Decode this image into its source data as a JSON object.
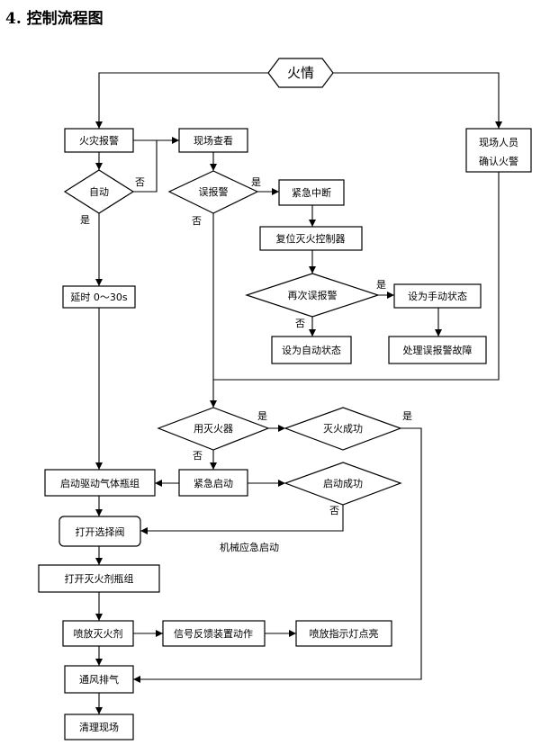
{
  "title": {
    "number": "4.",
    "text": "控制流程图"
  },
  "nodes": {
    "fire": "火情",
    "fire_alarm": "火灾报警",
    "site_check": "现场查看",
    "staff_confirm_1": "现场人员",
    "staff_confirm_2": "确认火警",
    "auto": "自动",
    "false_alarm": "误报警",
    "emergency_stop": "紧急中断",
    "delay": "延时 0～30s",
    "reset_controller": "复位灭火控制器",
    "false_alarm_again": "再次误报警",
    "set_manual": "设为手动状态",
    "set_auto": "设为自动状态",
    "handle_fault": "处理误报警故障",
    "use_extinguisher": "用灭火器",
    "extinguish_success": "灭火成功",
    "start_gas": "启动驱动气体瓶组",
    "emergency_start": "紧急启动",
    "start_success": "启动成功",
    "open_valve": "打开选择阀",
    "mech_start": "机械应急启动",
    "open_agent": "打开灭火剂瓶组",
    "spray": "喷放灭火剂",
    "signal_feedback": "信号反馈装置动作",
    "spray_light": "喷放指示灯点亮",
    "ventilate": "通风排气",
    "cleanup": "清理现场"
  },
  "edges": {
    "yes": "是",
    "no": "否"
  }
}
